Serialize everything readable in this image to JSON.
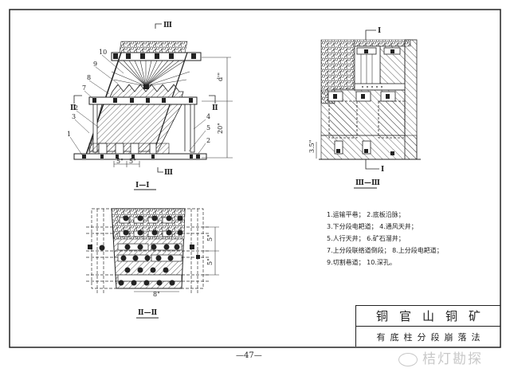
{
  "drawing": {
    "sections": {
      "s1": {
        "title": "Ⅰ—Ⅰ",
        "cut_marks": [
          "Ⅲ",
          "Ⅱ",
          "Ⅱ",
          "Ⅲ"
        ],
        "part_labels_left": [
          "10",
          "9",
          "8",
          "7",
          "2",
          "3",
          "1"
        ],
        "part_labels_right": [
          "4",
          "5",
          "2"
        ],
        "dims": [
          "5\"",
          "5\"",
          "d'\"",
          "20\""
        ]
      },
      "s3": {
        "title": "Ⅲ—Ⅲ",
        "cut_marks": [
          "Ⅰ",
          "Ⅰ"
        ],
        "dims": [
          "3.5\""
        ]
      },
      "s2": {
        "title": "Ⅱ—Ⅱ",
        "dims": [
          "5\"",
          "5\"",
          "8\""
        ]
      }
    },
    "legend": [
      "1.运输平巷； 2.底板沿脉；",
      "3.下分段电耙道； 4.通风天井；",
      "5.人行天井； 6.矿石溜井；",
      "7.上分段联络道倒段； 8.上分段电耙道；",
      "9.切割巷道； 10.深孔。"
    ],
    "title_block": {
      "mine_name": "铜官山铜矿",
      "method_name": "有底柱分段崩落法"
    },
    "page_number": "—47—",
    "watermark": "桔灯勘探"
  }
}
